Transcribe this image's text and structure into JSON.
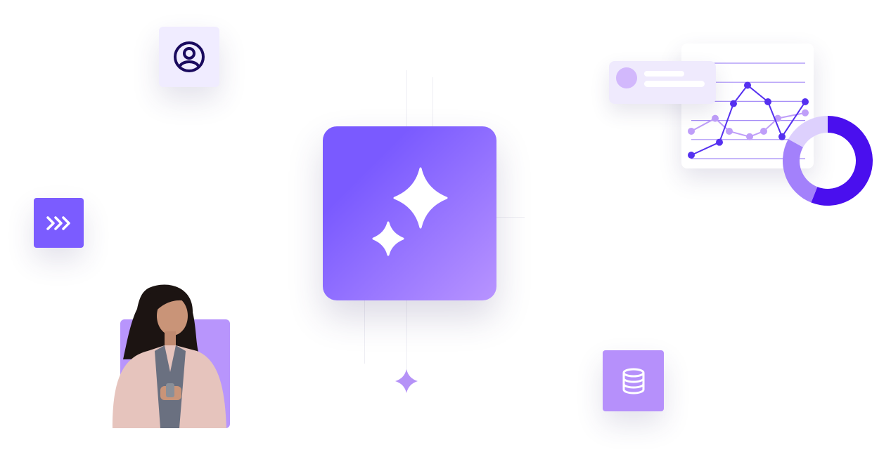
{
  "colors": {
    "accent": "#7a5aff",
    "accent_light": "#b894ff",
    "user_card_bg": "#f0ecff",
    "user_icon": "#1a0a5e",
    "chevron_card_bg": "#7b5cff",
    "database_card_bg": "#b690fb",
    "person_card_bg": "#b895fc",
    "sparkle_small": "#b592f7",
    "series_dark": "#5530f0",
    "series_light": "#bf9ef9",
    "donut_dark": "#4a0fee",
    "donut_mid": "#a381fb",
    "donut_light": "#ddd0fd",
    "profile_card_bg": "#efeafd",
    "profile_avatar": "#d2b8fc"
  },
  "icons": {
    "user": "user-circle-icon",
    "chevrons": "triple-chevron-right-icon",
    "main": "sparkles-icon",
    "small": "sparkle-icon",
    "database": "database-icon"
  },
  "chart_data": {
    "type": "line",
    "series": [
      {
        "values": [
          0,
          0.7,
          2.8,
          3.8,
          2.9,
          1.0,
          2.9
        ]
      },
      {
        "values": [
          1.3,
          2.0,
          1.3,
          1.0,
          1.3,
          2.0,
          2.3
        ]
      }
    ],
    "ylim": [
      0,
      5
    ],
    "grid": true,
    "donut": {
      "type": "pie",
      "values": [
        56,
        27,
        17
      ]
    }
  }
}
